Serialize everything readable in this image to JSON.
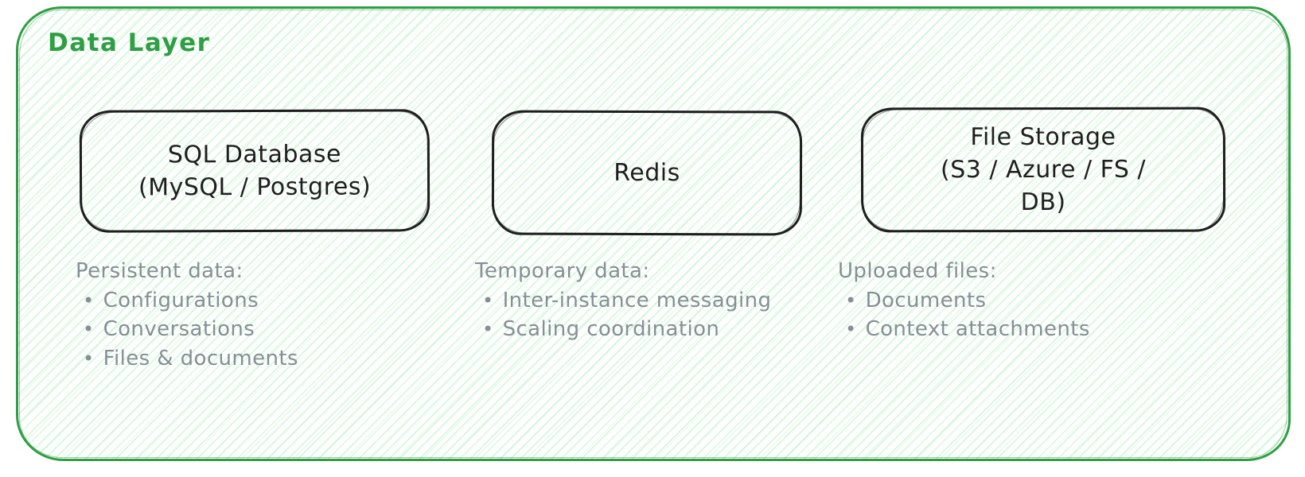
{
  "diagram": {
    "title": "Data Layer",
    "bullet": "•",
    "colors": {
      "container_stroke": "#2f9e44",
      "hatch_fill": "#b2f2bb",
      "box_stroke": "#1e1e1e",
      "box_label_text": "#1e1e1e",
      "note_text": "#868e96",
      "background": "#ffffff"
    },
    "columns": [
      {
        "box_label": "SQL Database\n(MySQL / Postgres)",
        "note_heading": "Persistent data:",
        "note_items": [
          "Configurations",
          "Conversations",
          "Files & documents"
        ]
      },
      {
        "box_label": "Redis",
        "note_heading": "Temporary data:",
        "note_items": [
          "Inter-instance messaging",
          "Scaling coordination"
        ]
      },
      {
        "box_label": "File Storage\n(S3 / Azure / FS /\nDB)",
        "note_heading": "Uploaded files:",
        "note_items": [
          "Documents",
          "Context attachments"
        ]
      }
    ]
  }
}
